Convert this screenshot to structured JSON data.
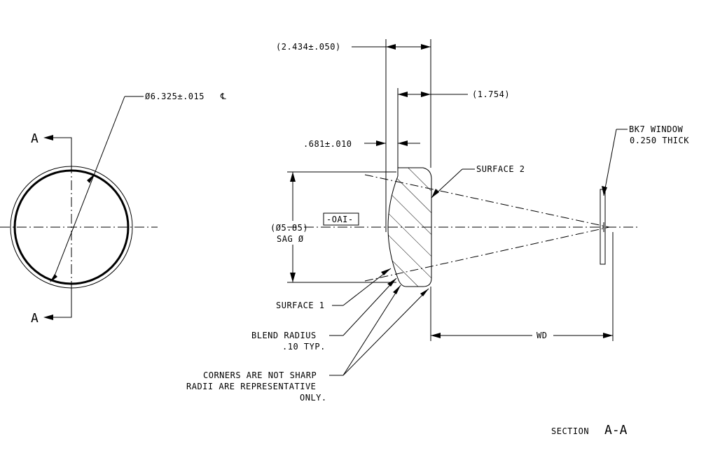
{
  "front_view": {
    "section_letter_top": "A",
    "section_letter_bottom": "A",
    "diameter_label": "Ø6.325±.015",
    "cl_symbol": "℄"
  },
  "section_view": {
    "overall_thickness": "(2.434±.050)",
    "lens_thickness_ref": "(1.754)",
    "edge_thickness": ".681±.010",
    "surface2_label": "SURFACE 2",
    "surface1_label": "SURFACE 1",
    "sag_dia_line1": "(Ø5.85)",
    "sag_dia_line2": "SAG Ø",
    "datum_box": "-OAI-",
    "blend_line1": "BLEND  RADIUS",
    "blend_line2": ".10 TYP.",
    "corners_line1": "CORNERS ARE NOT SHARP",
    "corners_line2": "RADII ARE REPRESENTATIVE",
    "corners_line3": "ONLY.",
    "window_line1": "BK7 WINDOW",
    "window_line2": "0.250 THICK",
    "wd_label": "WD",
    "section_word": "SECTION",
    "section_letters": "A-A"
  }
}
